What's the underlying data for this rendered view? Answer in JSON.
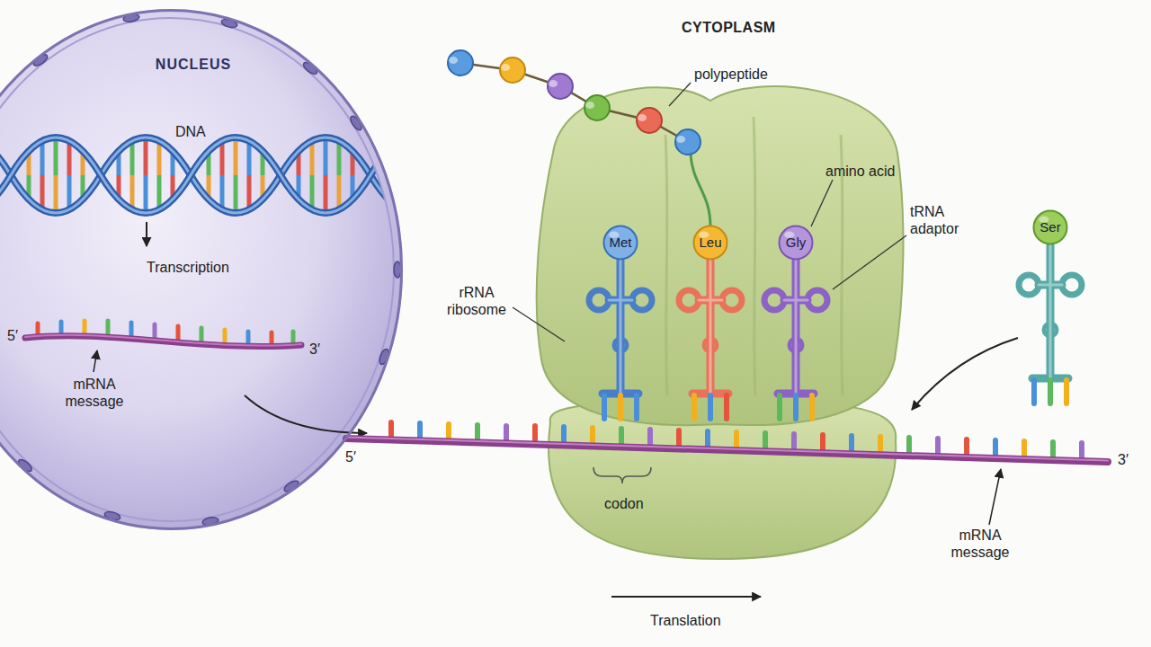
{
  "diagram": {
    "nodes": [
      {
        "text": [
          "NUCLEUS"
        ]
      },
      {
        "text": [
          "Met"
        ]
      },
      {
        "text": [
          "Leu"
        ]
      },
      {
        "text": [
          "Gly"
        ]
      },
      {
        "text": [
          "Ser"
        ]
      }
    ],
    "labels": [
      "DNA",
      "Transcription",
      "5′",
      "3′",
      "mRNA message",
      "CYTOPLASM",
      "polypeptide",
      "amino acid",
      "rRNA ribosome",
      "tRNA adaptor",
      "5′",
      "codon",
      "3′",
      "mRNA message",
      "Translation"
    ]
  }
}
